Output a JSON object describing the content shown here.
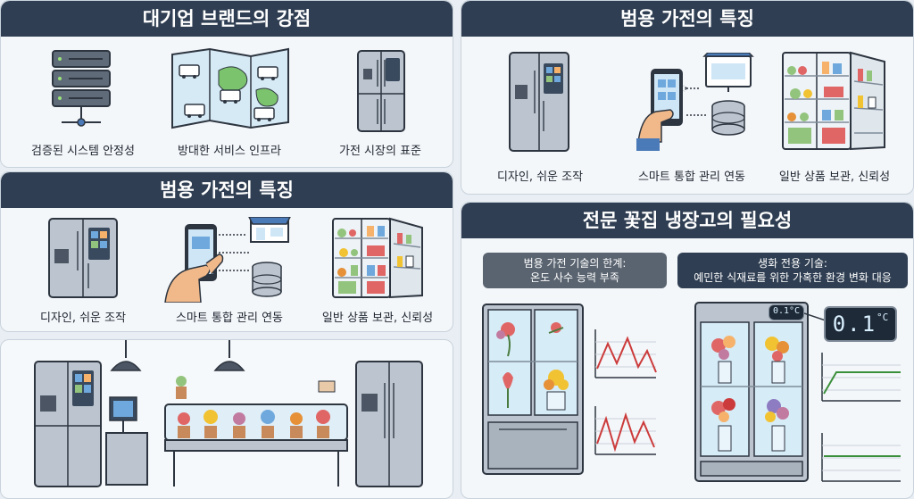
{
  "panels": {
    "strengths": {
      "title": "대기업 브랜드의 강점",
      "items": [
        {
          "caption": "검증된 시스템 안정성",
          "icon": "server-rack-icon"
        },
        {
          "caption": "방대한 서비스 인프라",
          "icon": "service-map-icon"
        },
        {
          "caption": "가전 시장의 표준",
          "icon": "refrigerator-icon"
        }
      ]
    },
    "general_top": {
      "title": "범용 가전의 특징",
      "items": [
        {
          "caption": "디자인, 쉬운 조작",
          "icon": "smart-fridge-icon"
        },
        {
          "caption": "스마트 통합 관리 연동",
          "icon": "smartphone-store-icon"
        },
        {
          "caption": "일반 상품 보관, 신뢰성",
          "icon": "open-fridge-icon"
        }
      ]
    },
    "general_left": {
      "title": "범용 가전의 특징",
      "items": [
        {
          "caption": "디자인, 쉬운 조작",
          "icon": "smart-fridge-icon"
        },
        {
          "caption": "스마트 통합 관리 연동",
          "icon": "smartphone-store-icon"
        },
        {
          "caption": "일반 상품 보관, 신뢰성",
          "icon": "open-fridge-icon"
        }
      ]
    },
    "specialized": {
      "title": "전문 꽃집 냉장고의 필요성",
      "limit_label": "범용 가전 기술의 한계:\n온도 사수 능력 부족",
      "dedicated_label": "생화 전용 기술:\n예민한 식재료를 위한 가혹한 환경 변화 대응",
      "display_small": "0.1°C",
      "display_large": "0.1",
      "display_unit": "°C"
    }
  },
  "colors": {
    "header": "#2f3e52",
    "panel_bg": "#f4f7fa",
    "page_bg": "#e8eef3"
  }
}
